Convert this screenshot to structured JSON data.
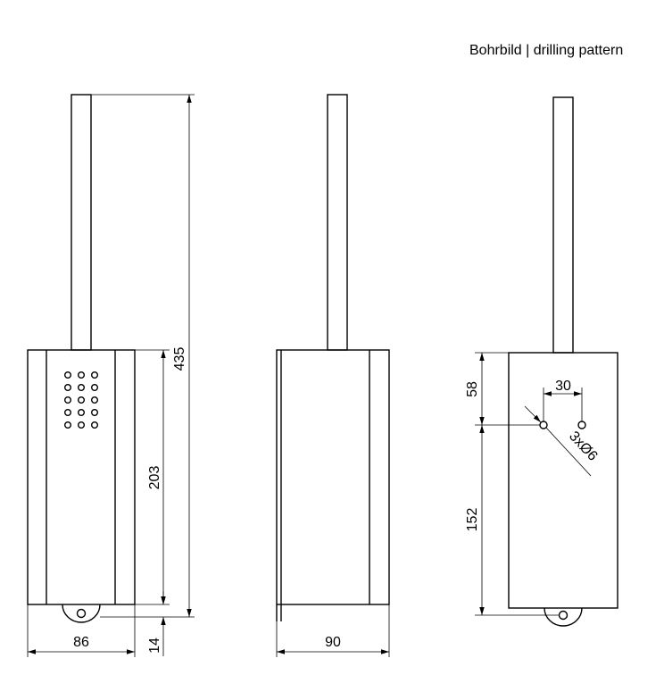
{
  "title": "Bohrbild | drilling pattern",
  "dimensions": {
    "total_height": "435",
    "body_height": "203",
    "mount_offset": "14",
    "front_width": "86",
    "side_width": "90",
    "hole_from_top": "58",
    "hole_spacing": "30",
    "hole_spec": "3xØ6",
    "hole_to_bottom": "152"
  }
}
